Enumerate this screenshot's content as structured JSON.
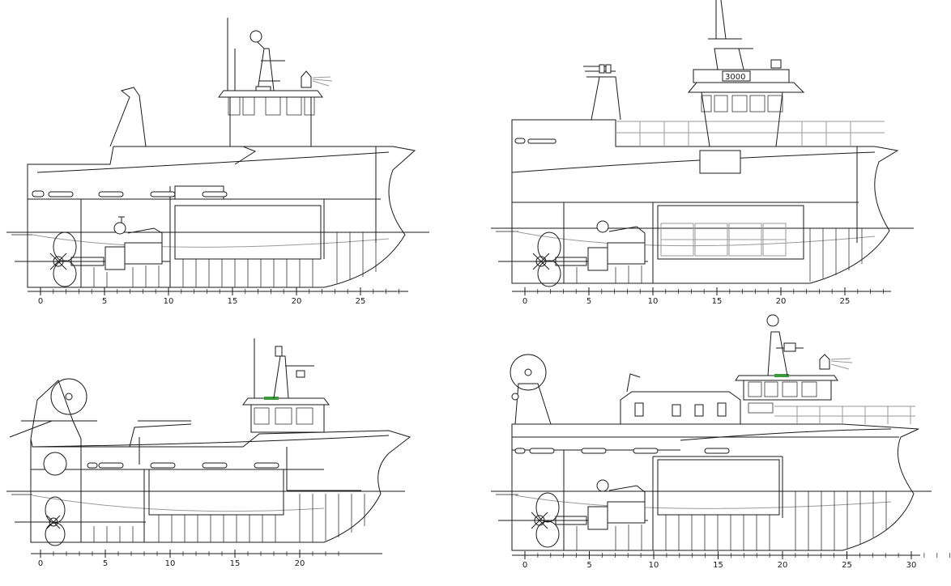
{
  "drawings": [
    {
      "id": "top-left",
      "ticks": [
        "0",
        "5",
        "10",
        "15",
        "20",
        "25"
      ],
      "label": ""
    },
    {
      "id": "top-right",
      "ticks": [
        "0",
        "5",
        "10",
        "15",
        "20",
        "25"
      ],
      "label": "3000"
    },
    {
      "id": "bottom-left",
      "ticks": [
        "0",
        "5",
        "10",
        "15",
        "20"
      ],
      "label": ""
    },
    {
      "id": "bottom-right",
      "ticks": [
        "0",
        "5",
        "10",
        "15",
        "20",
        "25",
        "30"
      ],
      "label": ""
    }
  ],
  "colors": {
    "line": "#1a1a1a",
    "grey": "#9a9a9a",
    "accent": "#3a9a3a"
  }
}
